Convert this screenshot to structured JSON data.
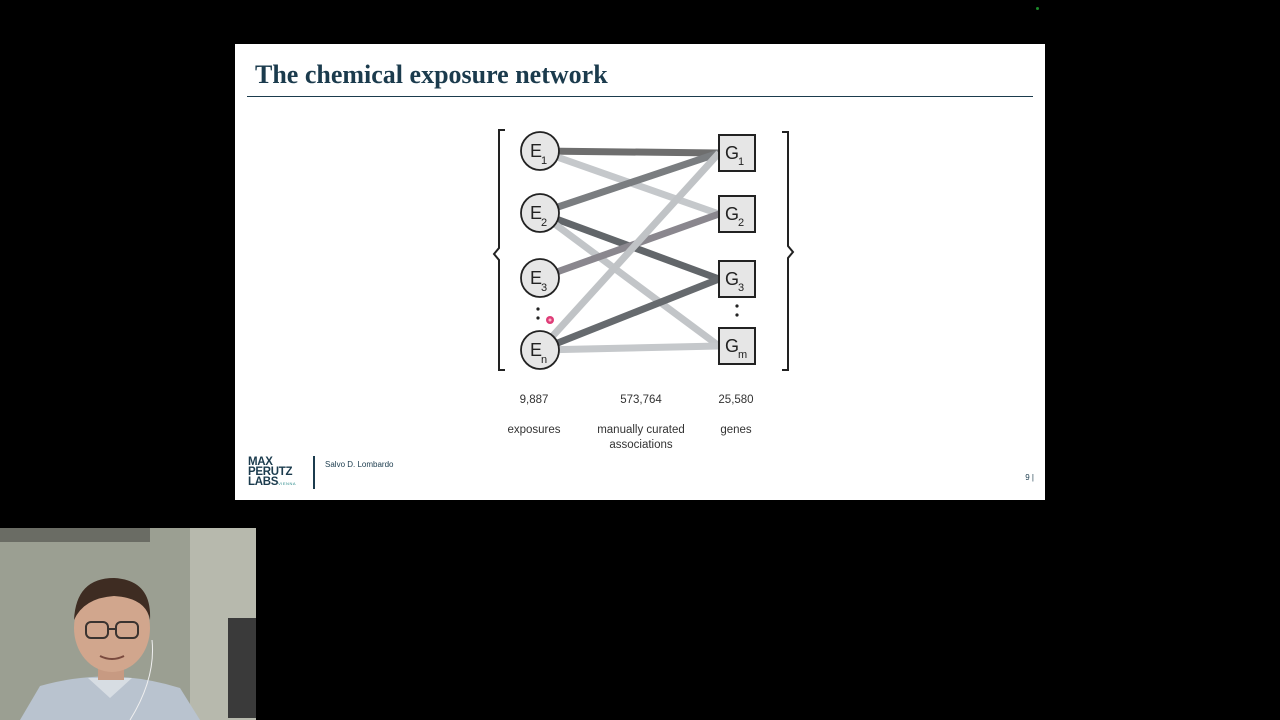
{
  "slide": {
    "title": "The chemical exposure network",
    "exposures": {
      "nodes": [
        {
          "letter": "E",
          "sub": "1"
        },
        {
          "letter": "E",
          "sub": "2"
        },
        {
          "letter": "E",
          "sub": "3"
        },
        {
          "letter": "E",
          "sub": "n"
        }
      ],
      "count": "9,887",
      "label": "exposures"
    },
    "genes": {
      "nodes": [
        {
          "letter": "G",
          "sub": "1"
        },
        {
          "letter": "G",
          "sub": "2"
        },
        {
          "letter": "G",
          "sub": "3"
        },
        {
          "letter": "G",
          "sub": "m"
        }
      ],
      "count": "25,580",
      "label": "genes"
    },
    "associations": {
      "count": "573,764",
      "label": "manually curated\nassociations"
    },
    "edges": [
      {
        "from": "E1",
        "to": "G1",
        "color": "#6e6e6e"
      },
      {
        "from": "E1",
        "to": "G2",
        "color": "#c5c8cb"
      },
      {
        "from": "E2",
        "to": "G1",
        "color": "#7a7d80"
      },
      {
        "from": "E2",
        "to": "G3",
        "color": "#62666a"
      },
      {
        "from": "E2",
        "to": "Gm",
        "color": "#c2c5c8"
      },
      {
        "from": "E3",
        "to": "G2",
        "color": "#8a878e"
      },
      {
        "from": "En",
        "to": "G1",
        "color": "#c0c3c6"
      },
      {
        "from": "En",
        "to": "G3",
        "color": "#666a6e"
      },
      {
        "from": "En",
        "to": "Gm",
        "color": "#c5c8cb"
      }
    ],
    "footer": {
      "logo_lines": [
        "MAX",
        "PERUTZ",
        "LABS"
      ],
      "logo_small": "VIENNA",
      "presenter": "Salvo D. Lombardo",
      "page": "9 |"
    },
    "colors": {
      "title": "#1b3b4d",
      "pointer_dot": "#d81b60",
      "status_dot": "#1c8a2a"
    }
  },
  "webcam": {
    "description_icon": "presenter-video-feed"
  }
}
